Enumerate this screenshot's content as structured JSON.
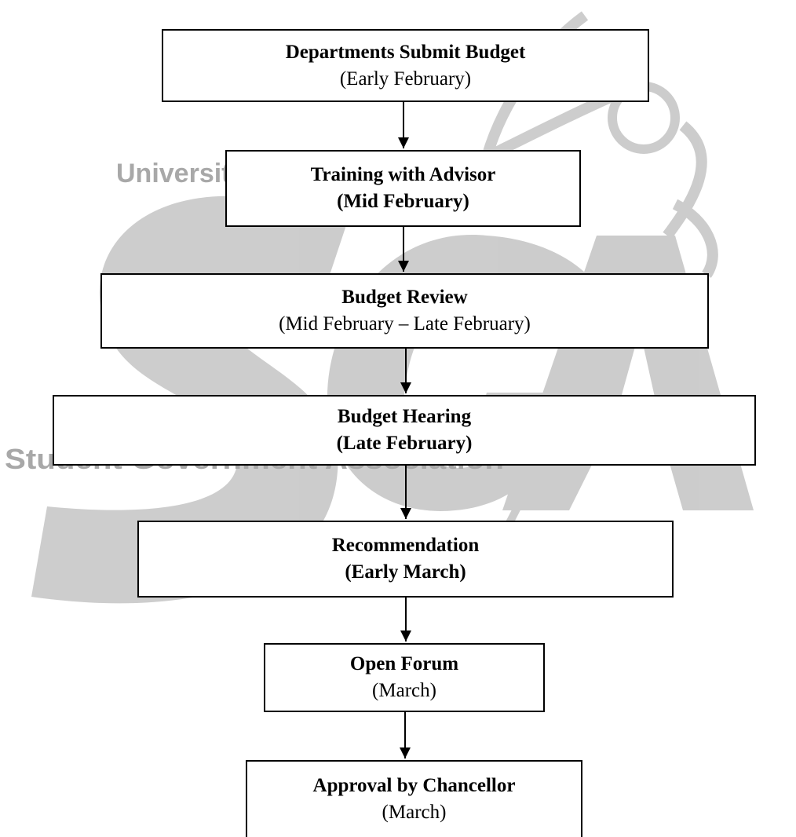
{
  "watermark": {
    "university_text": "University",
    "org_text": "Student Government Association",
    "monogram": "SGA"
  },
  "steps": [
    {
      "title": "Departments Submit Budget",
      "date": "(Early February)"
    },
    {
      "title": "Training with Advisor",
      "date": "(Mid February)"
    },
    {
      "title": "Budget Review",
      "date": "(Mid February – Late February)"
    },
    {
      "title": "Budget Hearing",
      "date": "(Late February)"
    },
    {
      "title": "Recommendation",
      "date": "(Early March)"
    },
    {
      "title": "Open Forum",
      "date": "(March)"
    },
    {
      "title": "Approval by Chancellor",
      "date": "(March)"
    }
  ],
  "colors": {
    "border": "#000000",
    "watermark": "#b4b4b4"
  }
}
